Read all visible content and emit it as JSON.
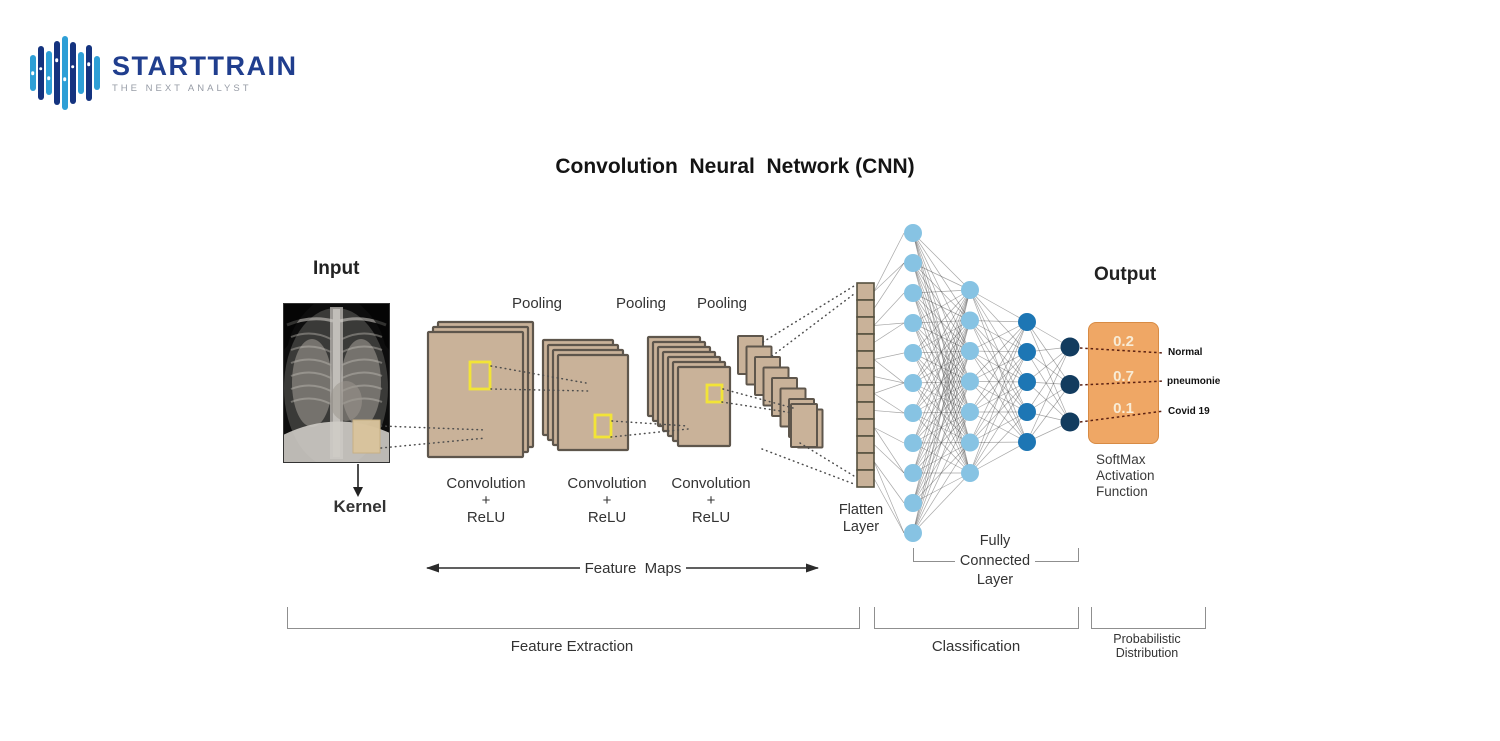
{
  "logo": {
    "brand": "STARTTRAIN",
    "tagline": "THE NEXT ANALYST",
    "bar_colors": {
      "light": "#2e9fd6",
      "dark": "#14337f"
    },
    "bars": [
      {
        "c": "light",
        "h": 36,
        "dot": 0.5
      },
      {
        "c": "dark",
        "h": 54,
        "dot": 0.42
      },
      {
        "c": "light",
        "h": 44,
        "dot": 0.62
      },
      {
        "c": "dark",
        "h": 64,
        "dot": 0.3
      },
      {
        "c": "light",
        "h": 74,
        "dot": 0.58
      },
      {
        "c": "dark",
        "h": 62,
        "dot": 0.4
      },
      {
        "c": "light",
        "h": 42,
        "dot": null
      },
      {
        "c": "dark",
        "h": 56,
        "dot": 0.34
      },
      {
        "c": "light",
        "h": 34,
        "dot": null
      }
    ]
  },
  "title": "Convolution  Neural  Network (CNN)",
  "labels": {
    "input": "Input",
    "kernel": "Kernel",
    "pooling": "Pooling",
    "conv1": "Convolution",
    "conv2": "+",
    "conv3": "ReLU",
    "flatten1": "Flatten",
    "flatten2": "Layer",
    "fully1": "Fully",
    "fully2": "Connected",
    "fully3": "Layer",
    "feature_maps": "Feature  Maps",
    "feature_extraction": "Feature Extraction",
    "classification": "Classification",
    "probabilistic1": "Probabilistic",
    "probabilistic2": "Distribution",
    "output": "Output",
    "softmax1": "SoftMax",
    "softmax2": "Activation",
    "softmax3": "Function"
  },
  "output_box": {
    "values": [
      "0.2",
      "0.7",
      "0.1"
    ],
    "classes": [
      "Normal",
      "pneumonie",
      "Covid 19"
    ],
    "fill": "#efa765",
    "border": "#d88b44",
    "value_color": "#f8ecd6"
  },
  "network": {
    "layer_sizes": [
      11,
      7,
      5,
      3
    ],
    "node_colors": [
      "#87c3e3",
      "#87c3e3",
      "#1d76b4",
      "#123c5f"
    ],
    "edge_color": "#3c3c3c",
    "flatten_cells": 12
  },
  "stacks": {
    "sheet_fill": "#c9b299",
    "sheet_stroke": "#5e564c",
    "kernel_color": "#f2e437",
    "sheets": [
      3,
      4,
      7
    ],
    "cascade_count": 9
  },
  "connector_color": "#4d4d4d",
  "class_line_color": "#5a2012",
  "arrow_color": "#2b2b2b"
}
